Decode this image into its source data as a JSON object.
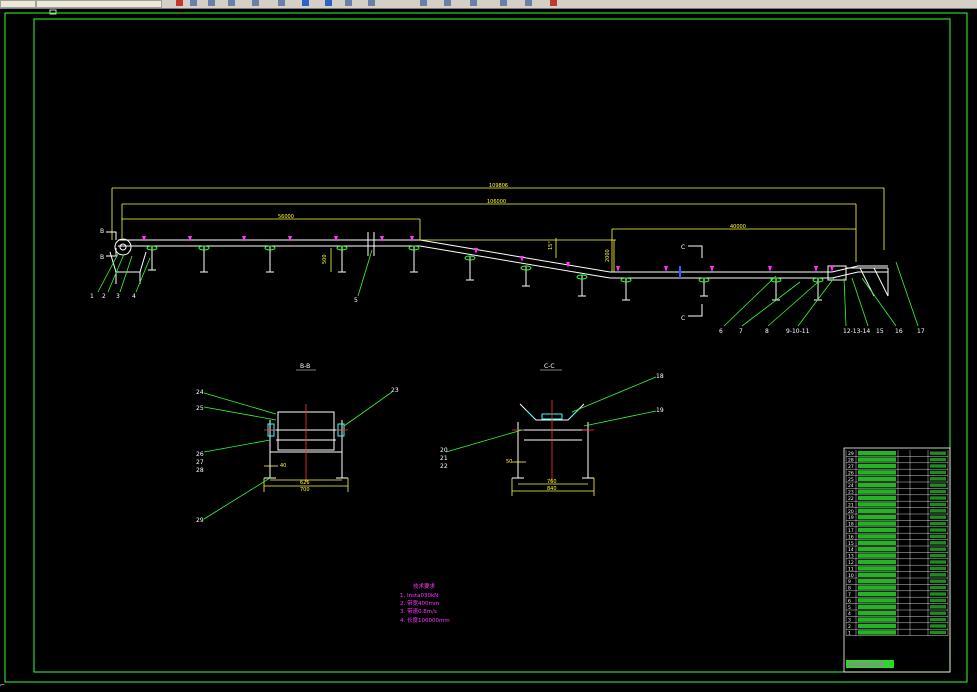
{
  "dimensions": {
    "overall_top": "109806",
    "overall_second": "106000",
    "left_segment": "56000",
    "right_segment": "40000",
    "height_left": "500",
    "height_incline": "2000",
    "incline_mark": "15°"
  },
  "section_marks": {
    "b_top": "B",
    "b_bottom": "B",
    "c_top": "C",
    "c_bottom": "C"
  },
  "part_labels": [
    "1",
    "2",
    "3",
    "4",
    "5",
    "6",
    "7",
    "8",
    "9-10-11",
    "12-13-14",
    "15",
    "16",
    "17"
  ],
  "view_bb": {
    "title": "B-B",
    "labels": [
      "24",
      "25",
      "23",
      "26",
      "27",
      "28",
      "29"
    ],
    "dim_inner": "626",
    "dim_outer": "700",
    "dim_small": "40"
  },
  "view_cc": {
    "title": "C-C",
    "labels": [
      "18",
      "19",
      "20",
      "21",
      "22"
    ],
    "dim_inner": "760",
    "dim_outer": "840",
    "dim_small": "50"
  },
  "notes": {
    "title": "技术要求",
    "items": [
      "1. Insta030kN",
      "2. 带宽400mm",
      "3. 带速0.8m/s",
      "4. 长度106000mm"
    ]
  },
  "title_block": {
    "row_numbers": [
      "29",
      "28",
      "27",
      "26",
      "25",
      "24",
      "23",
      "22",
      "21",
      "20",
      "19",
      "18",
      "17",
      "16",
      "15",
      "14",
      "13",
      "12",
      "11",
      "10",
      "9",
      "8",
      "7",
      "6",
      "5",
      "4",
      "3",
      "2",
      "1"
    ],
    "drawing_name": "带式输送机总装图"
  },
  "colors": {
    "background": "#000000",
    "frame": "#33ff33",
    "drawing": "#ffffff",
    "dimension": "#ffff33",
    "leader": "#33ff33",
    "accent": "#ff33ff",
    "centerline": "#ff3333",
    "cyan": "#33ffff"
  }
}
